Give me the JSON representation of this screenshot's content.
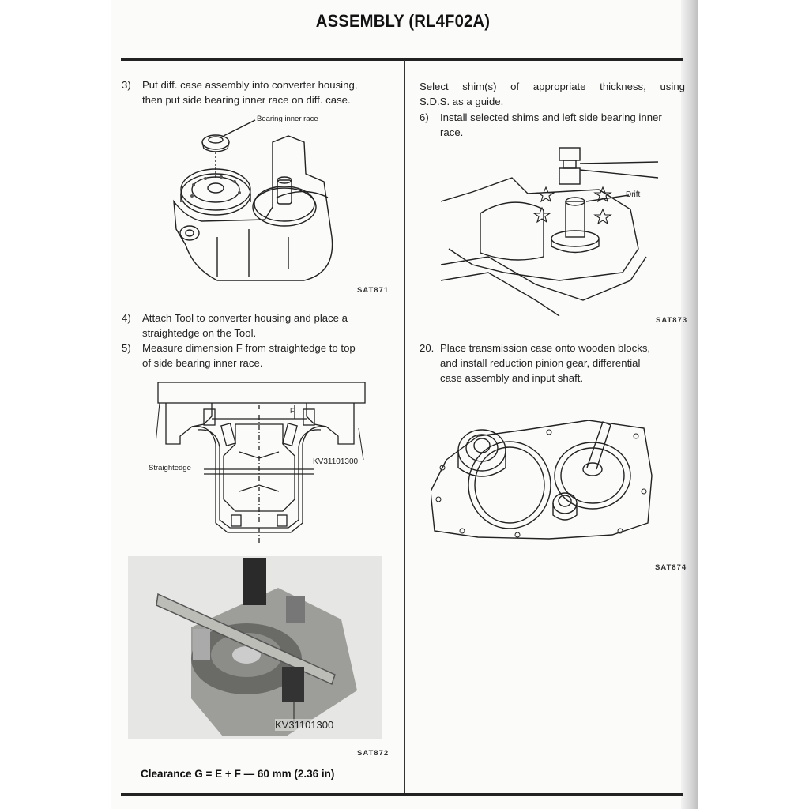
{
  "header": {
    "title": "ASSEMBLY (RL4F02A)"
  },
  "left_column": {
    "step3": {
      "number": "3)",
      "line1": "Put diff. case assembly into converter housing,",
      "line2": "then put side bearing inner race on diff. case."
    },
    "figure1": {
      "callout": "Bearing inner race",
      "code": "SAT871"
    },
    "step4": {
      "number": "4)",
      "line1": "Attach Tool to converter housing and place a",
      "line2": "straightedge on the Tool."
    },
    "step5": {
      "number": "5)",
      "line1": "Measure dimension F from straightedge to top",
      "line2": "of side bearing inner race."
    },
    "figure2": {
      "callout_straightedge": "Straightedge",
      "callout_tool": "KV31101300",
      "dimension_label": "F"
    },
    "figure3": {
      "callout_tool": "KV31101300",
      "code": "SAT872"
    },
    "formula": "Clearance G = E + F — 60 mm (2.36 in)"
  },
  "right_column": {
    "intro": {
      "line1": "Select shim(s) of appropriate thickness, using",
      "line2": "S.D.S. as a guide."
    },
    "step6": {
      "number": "6)",
      "line1": "Install selected shims and left side bearing inner",
      "line2": "race."
    },
    "figure4": {
      "callout": "Drift",
      "code": "SAT873"
    },
    "step20": {
      "number": "20.",
      "line1": "Place transmission case onto wooden blocks,",
      "line2": "and install reduction pinion gear, differential",
      "line3": "case assembly and input shaft."
    },
    "figure5": {
      "code": "SAT874"
    }
  }
}
